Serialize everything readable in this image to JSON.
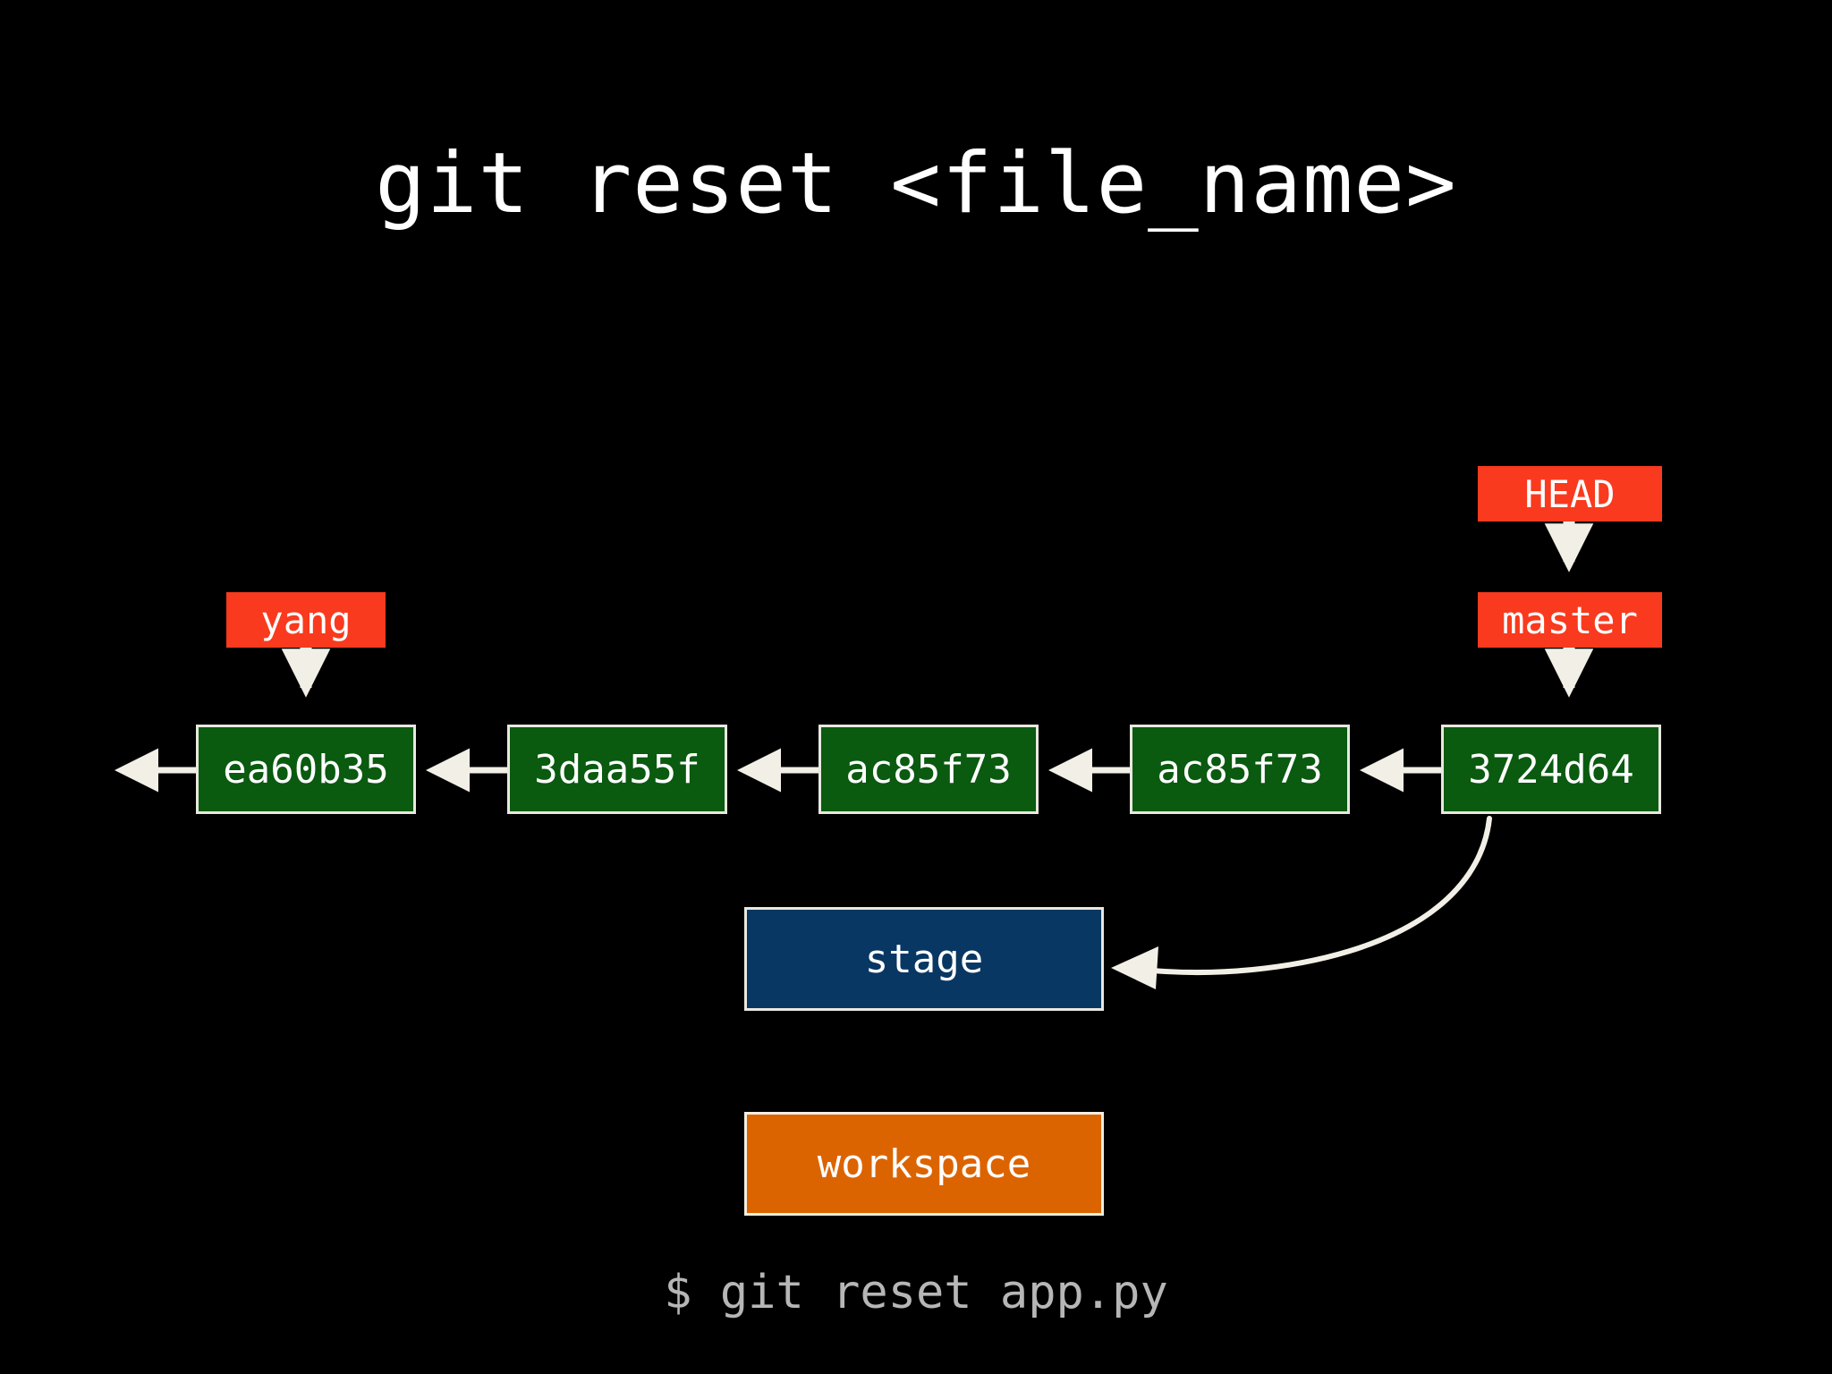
{
  "slide": {
    "title": "git reset <file_name>",
    "background_color": "#000000",
    "command": "$ git reset app.py"
  },
  "colors": {
    "commit_fill": "#0a5a10",
    "commit_border": "#e8e8e0",
    "ref_fill": "#f93a1e",
    "stage_fill": "#093763",
    "workspace_fill": "#dc6400",
    "arrow": "#f2efe6",
    "title_text": "#ffffff",
    "command_text": "#b6b6b6"
  },
  "commits": [
    {
      "label": "ea60b35"
    },
    {
      "label": "3daa55f"
    },
    {
      "label": "ac85f73"
    },
    {
      "label": "ac85f73"
    },
    {
      "label": "3724d64"
    }
  ],
  "refs": {
    "yang": "yang",
    "head": "HEAD",
    "master": "master"
  },
  "areas": {
    "stage": "stage",
    "workspace": "workspace"
  }
}
